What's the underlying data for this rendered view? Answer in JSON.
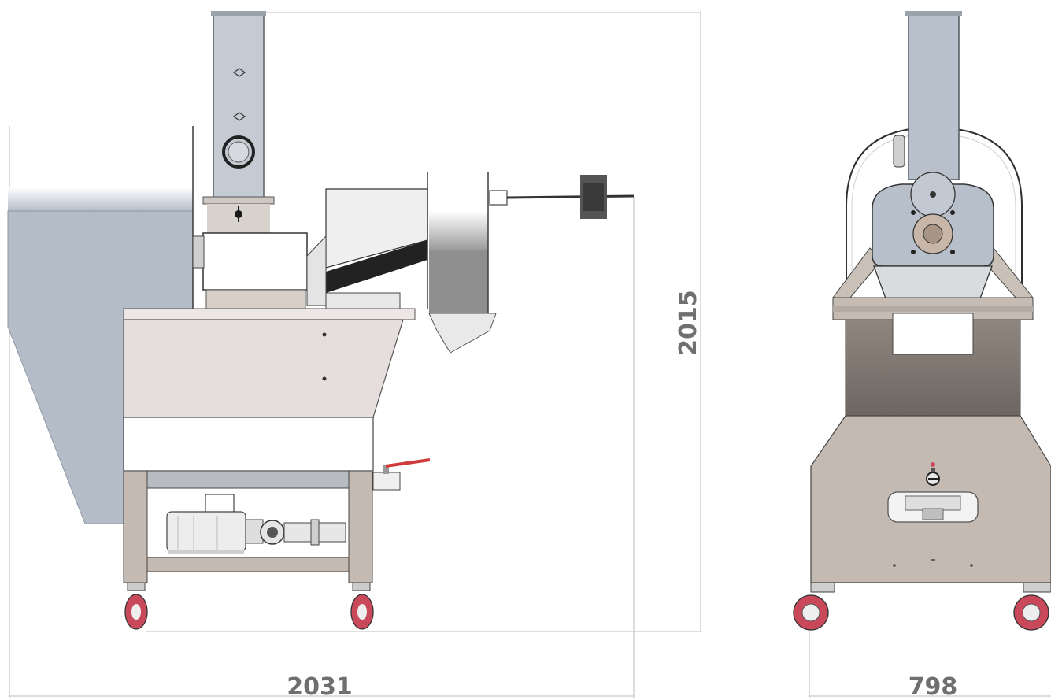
{
  "dimensions": {
    "width_side": "2031",
    "height": "2015",
    "width_front": "798"
  },
  "colors": {
    "hopper_blue": "#b4bcc8",
    "chute_grey": "#c5cbd3",
    "body_beige": "#e6dedd",
    "frame_taupe": "#c4bab1",
    "dark_band": "#6d6560",
    "wheel_red": "#c9485a",
    "valve_red": "#cf3b3b",
    "dimension_grey": "#c9c9c9"
  }
}
